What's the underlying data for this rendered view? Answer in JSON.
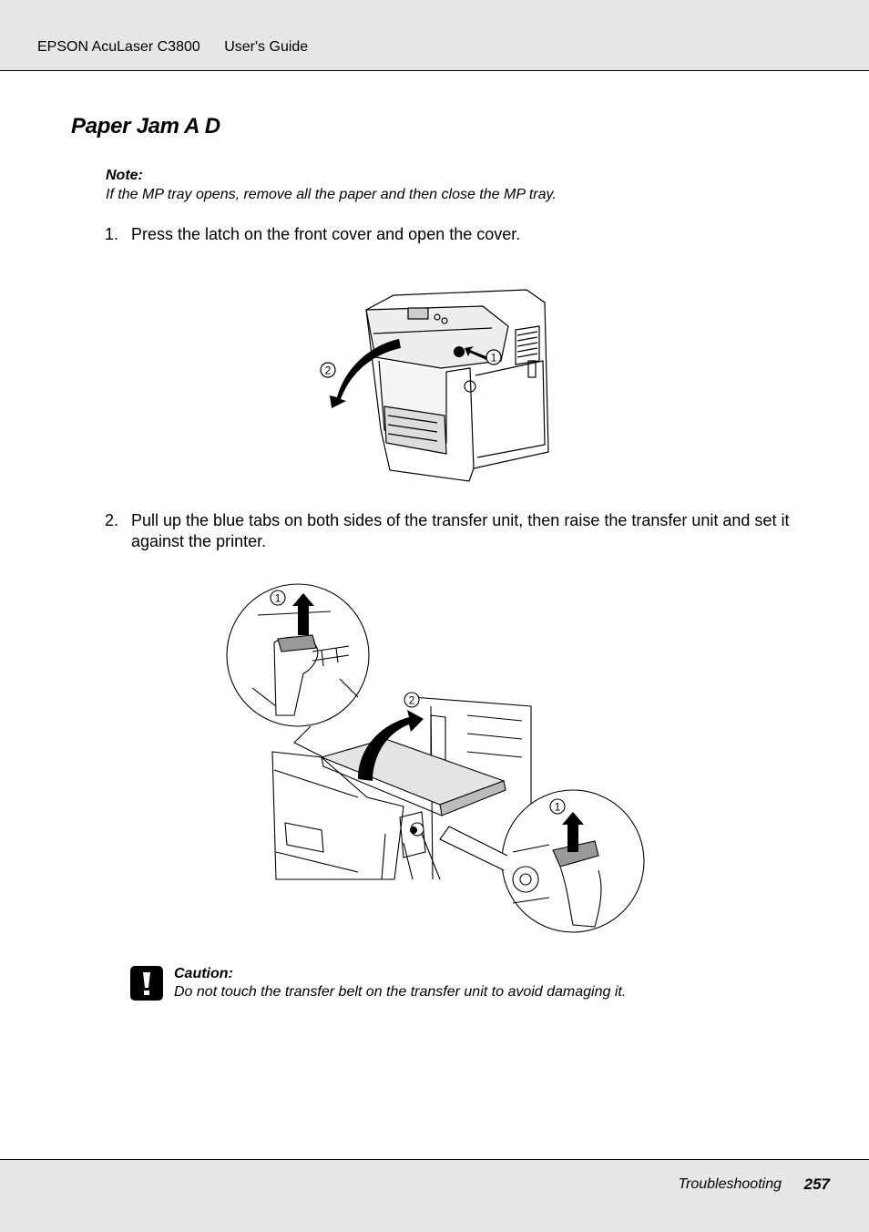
{
  "header": {
    "product": "EPSON AcuLaser C3800",
    "guide": "User's Guide"
  },
  "title": "Paper Jam A D",
  "note": {
    "heading": "Note:",
    "body": "If the MP tray opens, remove all the paper and then close the MP tray."
  },
  "steps": [
    {
      "number": "1.",
      "text": "Press the latch on the front cover and open the cover."
    },
    {
      "number": "2.",
      "text": "Pull up the blue tabs on both sides of the transfer unit, then raise the transfer unit and set it against the printer."
    }
  ],
  "figure1": {
    "callouts": [
      "1",
      "2"
    ]
  },
  "figure2": {
    "callouts": [
      "1",
      "2",
      "1"
    ]
  },
  "caution": {
    "heading": "Caution:",
    "body": "Do not touch the transfer belt on the transfer unit to avoid damaging it."
  },
  "footer": {
    "section": "Troubleshooting",
    "page": "257"
  }
}
